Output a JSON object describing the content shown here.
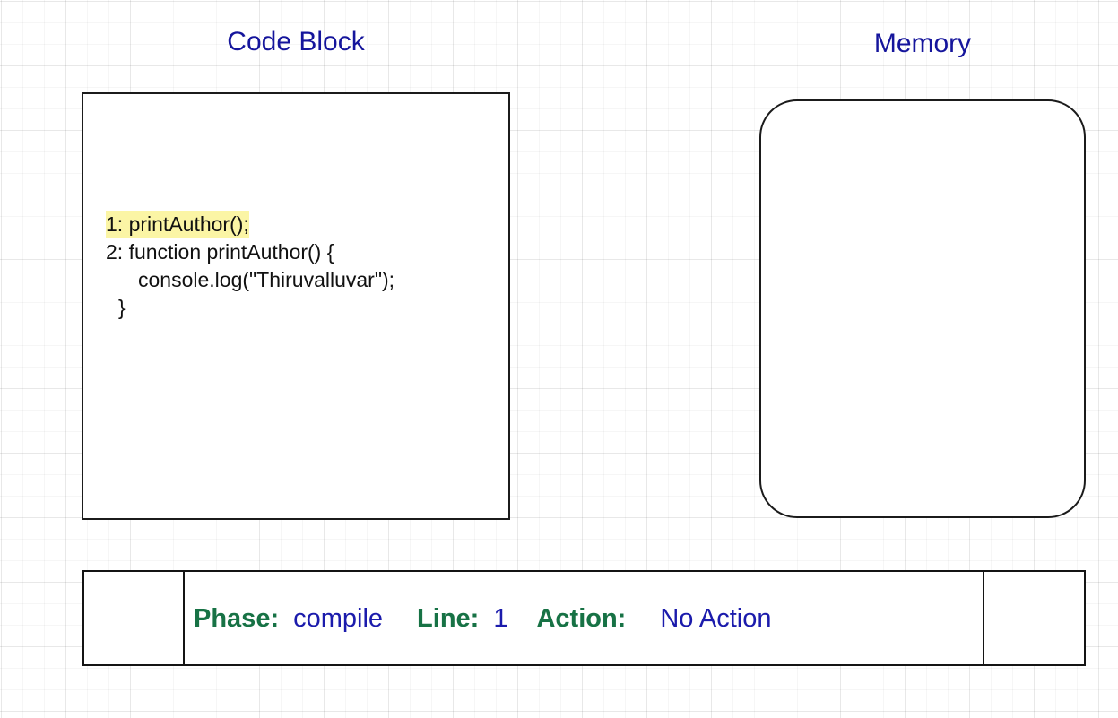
{
  "panels": {
    "code": {
      "title": "Code Block",
      "lines": [
        {
          "text": "1: printAuthor();",
          "highlight": true,
          "indent": "none"
        },
        {
          "text": "2: function printAuthor() {",
          "highlight": false,
          "indent": "none"
        },
        {
          "text": "console.log(\"Thiruvalluvar\");",
          "highlight": false,
          "indent": "indent-1"
        },
        {
          "text": "}",
          "highlight": false,
          "indent": "indent-close"
        }
      ]
    },
    "memory": {
      "title": "Memory",
      "contents": ""
    }
  },
  "status": {
    "phase_label": "Phase:",
    "phase_value": "compile",
    "line_label": "Line:",
    "line_value": "1",
    "action_label": "Action:",
    "action_value": "No Action"
  },
  "colors": {
    "title_blue": "#15159c",
    "value_blue": "#1b1bac",
    "label_green": "#177245",
    "highlight_yellow": "#fbf5a5",
    "border_black": "#1b1b1b",
    "grid_line": "#ededed"
  }
}
